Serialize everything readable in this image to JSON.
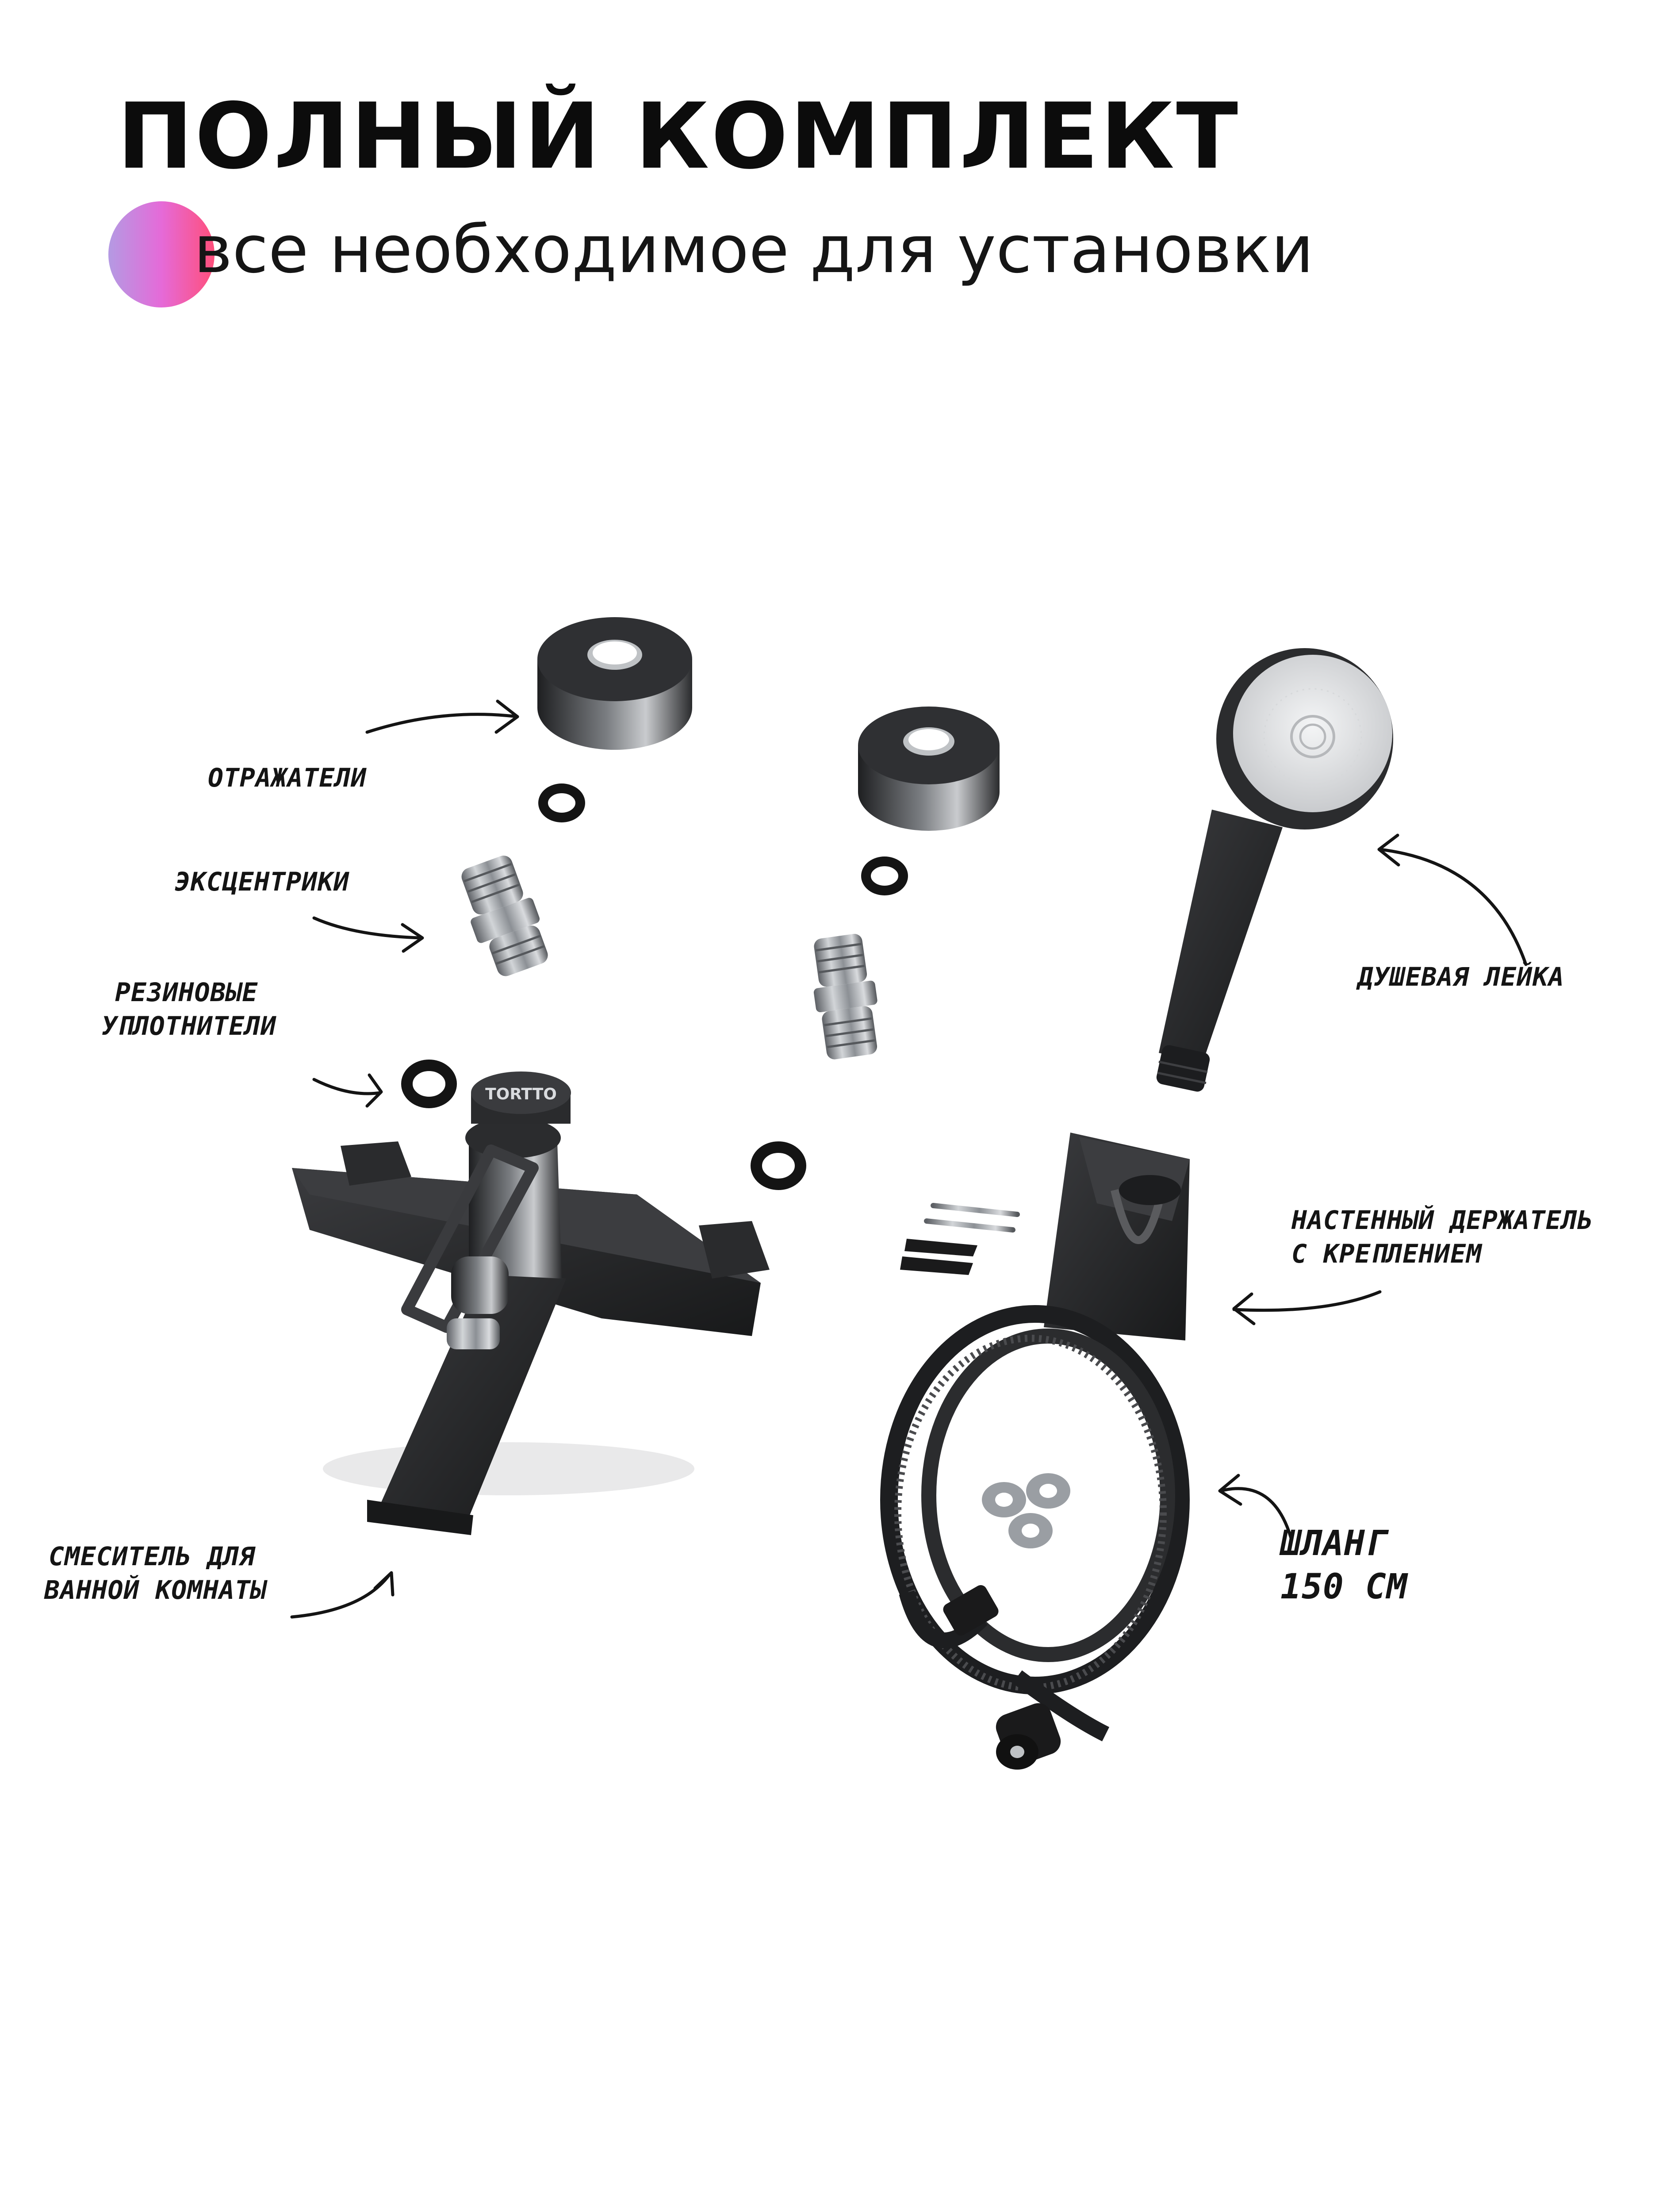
{
  "heading": {
    "title": "ПОЛНЫЙ КОМПЛЕКТ",
    "subtitle": "все необходимое для установки"
  },
  "brand": {
    "logo_text": "TORTTO"
  },
  "labels": {
    "reflectors": "ОТРАЖАТЕЛИ",
    "eccentrics": "ЭКСЦЕНТРИКИ",
    "seals_line1": "РЕЗИНОВЫЕ",
    "seals_line2": "УПЛОТНИТЕЛИ",
    "mixer_line1": "СМЕСИТЕЛЬ ДЛЯ",
    "mixer_line2": "ВАННОЙ КОМНАТЫ",
    "shower_head": "ДУШЕВАЯ ЛЕЙКА",
    "holder_line1": "НАСТЕННЫЙ ДЕРЖАТЕЛЬ",
    "holder_line2": "С КРЕПЛЕНИЕМ",
    "hose_line1": "ШЛАНГ",
    "hose_line2": "150 СМ"
  },
  "colors": {
    "accent_gradient": [
      "#b49ae3",
      "#e56ad8",
      "#ff4f7b"
    ],
    "product_dark": "#2a2b2d",
    "product_metal": "#9a9ea3"
  },
  "icons": [
    "arrow-icon",
    "reflector-icon",
    "eccentric-icon",
    "seal-ring-icon",
    "mixer-icon",
    "shower-head-icon",
    "holder-icon",
    "hose-icon",
    "washer-icon",
    "screw-icon"
  ]
}
